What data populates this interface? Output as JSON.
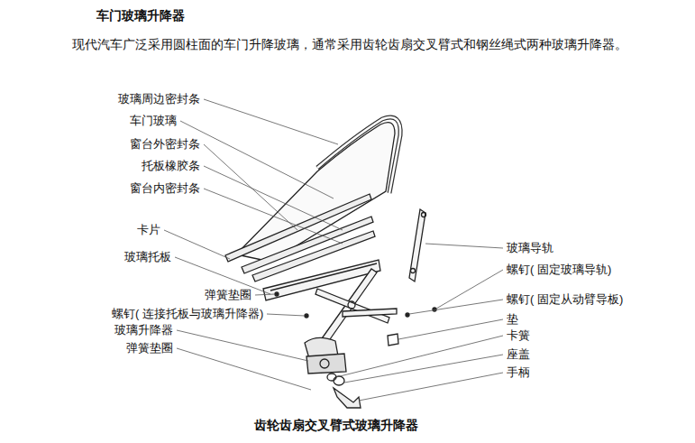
{
  "diagram": {
    "title": "车门玻璃升降器",
    "caption": "齿轮齿扇交叉臂式玻璃升降器",
    "labels": [
      "现代汽车广泛采用圆柱面的车门升降玻璃，通常采用齿轮齿扇交叉臂式和钢丝绳式两种玻璃升降器。",
      "玻璃周边密封条",
      "车门玻璃",
      "窗台外密封条",
      "托板橡胶条",
      "窗台内密封条",
      "卡片",
      "玻璃托板",
      "弹簧垫圈",
      "螺钉( 连接托板与玻璃升降器)",
      "玻璃升降器",
      "弹簧垫圈",
      "玻璃导轨",
      "螺钉( 固定玻璃导轨)",
      "螺钉( 固定从动臂导板)",
      "垫",
      "卡簧",
      "座盖",
      "手柄"
    ]
  }
}
